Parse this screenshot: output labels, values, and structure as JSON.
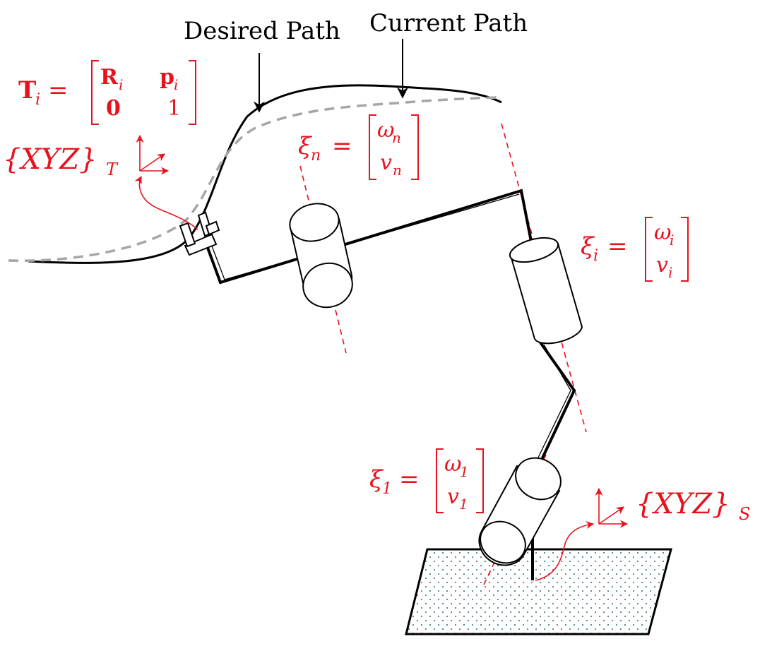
{
  "labels": {
    "desired_path": "Desired Path",
    "current_path": "Current Path"
  },
  "tool_pose": {
    "lhs": "T",
    "lhs_sub": "i",
    "eq": "=",
    "m11": "R",
    "m11_sub": "i",
    "m12": "p",
    "m12_sub": "i",
    "m21": "0",
    "m22": "1"
  },
  "tool_frame": {
    "text": "{XYZ}",
    "sub": "T"
  },
  "space_frame": {
    "text": "{XYZ}",
    "sub": "S"
  },
  "twist_n": {
    "lhs": "ξ",
    "lhs_sub": "n",
    "eq": "=",
    "top": "ω",
    "top_sub": "n",
    "bottom": "v",
    "bottom_sub": "n"
  },
  "twist_i": {
    "lhs": "ξ",
    "lhs_sub": "i",
    "eq": "=",
    "top": "ω",
    "top_sub": "i",
    "bottom": "v",
    "bottom_sub": "i"
  },
  "twist_1": {
    "lhs": "ξ",
    "lhs_sub": "1",
    "eq": "=",
    "top": "ω",
    "top_sub": "1",
    "bottom": "v",
    "bottom_sub": "1"
  },
  "colors": {
    "annotation": "#e8121e",
    "current_path": "#a6a6a6",
    "ink": "#000000"
  }
}
